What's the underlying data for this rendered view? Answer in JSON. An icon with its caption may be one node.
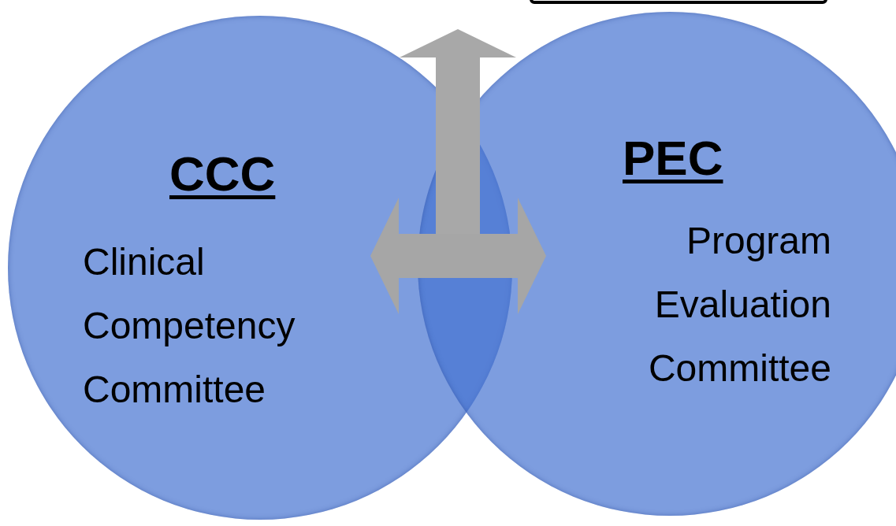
{
  "diagram": {
    "nodes": [
      {
        "text": [],
        "shape": "box"
      },
      {
        "text": [
          "CCC",
          "Clinical Competency Committee"
        ]
      },
      {
        "text": [
          "PEC",
          "Program Evaluation Committee"
        ]
      }
    ],
    "edges": [
      {
        "from": 1,
        "to": 2,
        "arrow": "both"
      }
    ]
  }
}
